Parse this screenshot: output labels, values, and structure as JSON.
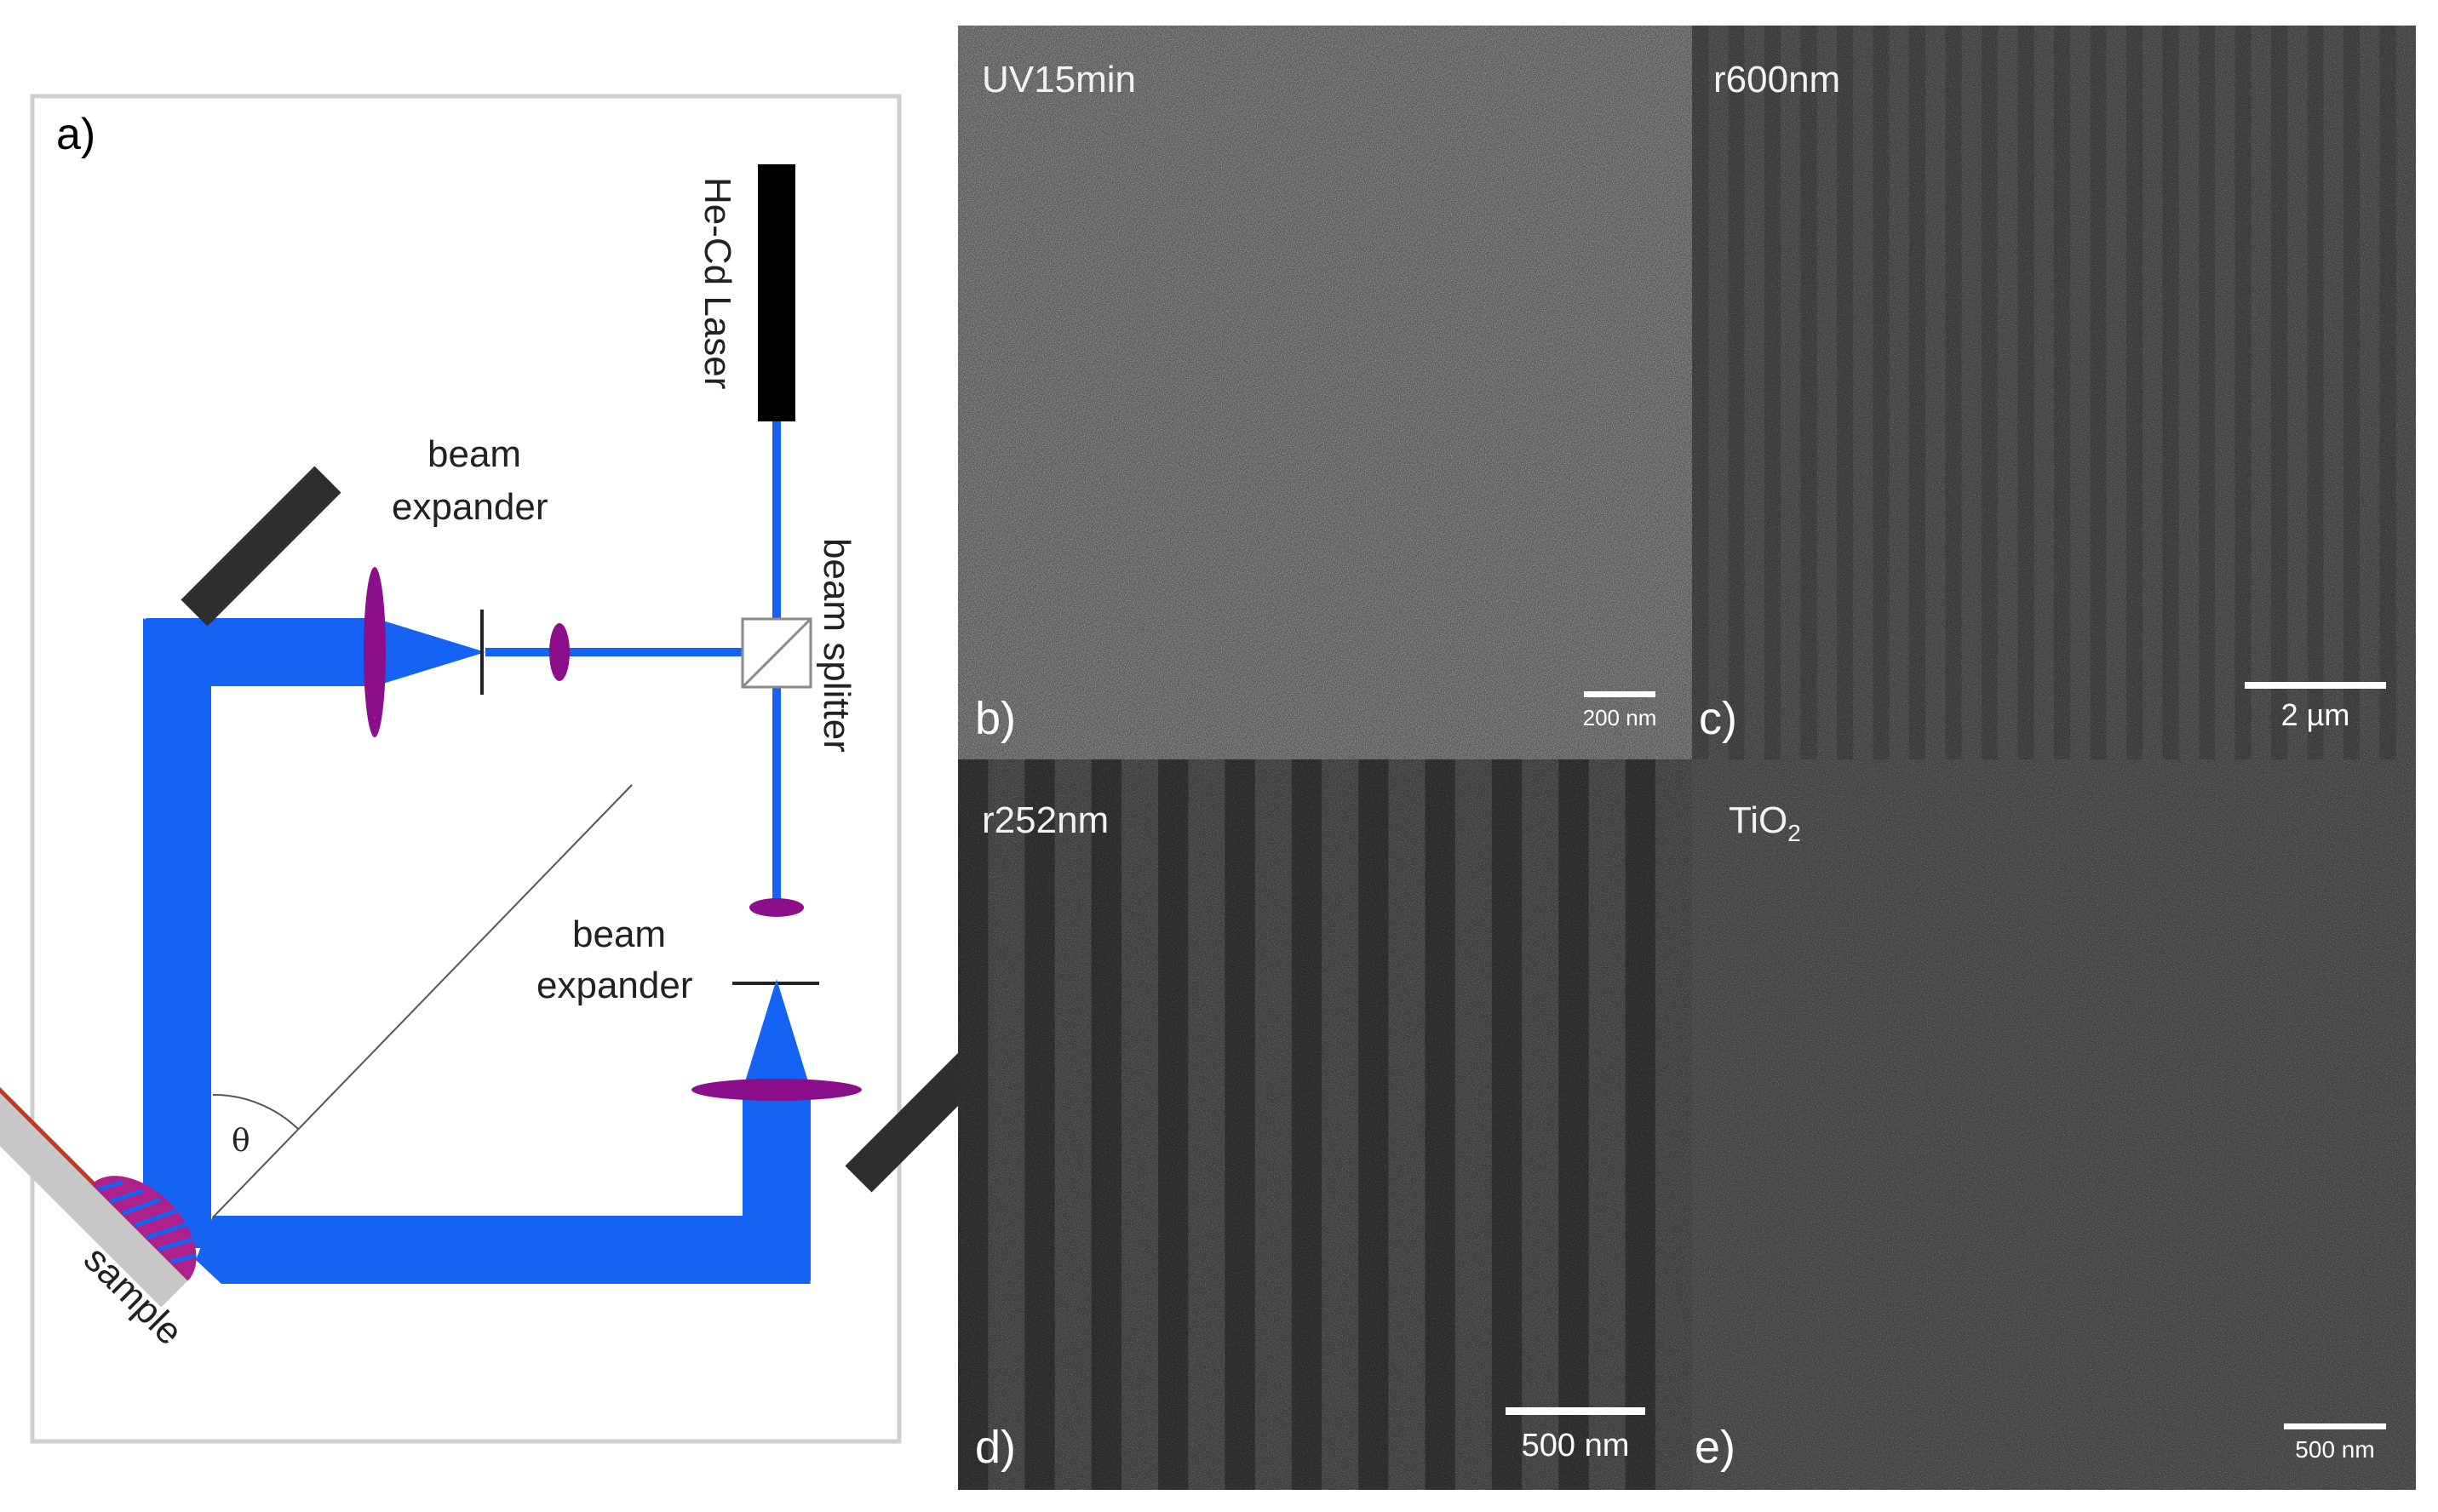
{
  "panel_a": {
    "label": "a)",
    "laser": "He-Cd Laser",
    "beam_expander_top": [
      "beam",
      "expander"
    ],
    "beam_expander_right": [
      "beam",
      "expander"
    ],
    "beam_splitter": "beam splitter",
    "mirror_left": "mirror",
    "mirror_right": "mirror",
    "sample": "sample",
    "angle": "θ"
  },
  "sem": [
    {
      "id": "b",
      "label": "b)",
      "title": "UV15min",
      "title_sub": "",
      "scale": "200 nm",
      "tone": "#5a5a5a",
      "stripes": 0
    },
    {
      "id": "c",
      "label": "c)",
      "title": "r600nm",
      "title_sub": "",
      "scale": "2 µm",
      "tone": "#444444",
      "stripes": 20
    },
    {
      "id": "d",
      "label": "d)",
      "title": "r252nm",
      "title_sub": "",
      "scale": "500 nm",
      "tone": "#3f3f3f",
      "stripes": 11
    },
    {
      "id": "e",
      "label": "e)",
      "title": "TiO",
      "title_sub": "2",
      "scale": "500 nm",
      "tone": "#444444",
      "stripes": 0
    }
  ],
  "colors": {
    "beam": "#1463f5",
    "lens": "#8b0f8b",
    "laser": "#000000",
    "mirror": "#2e2e2e",
    "sample": "#c8c8c8",
    "sample_edge": "#c0392b"
  }
}
